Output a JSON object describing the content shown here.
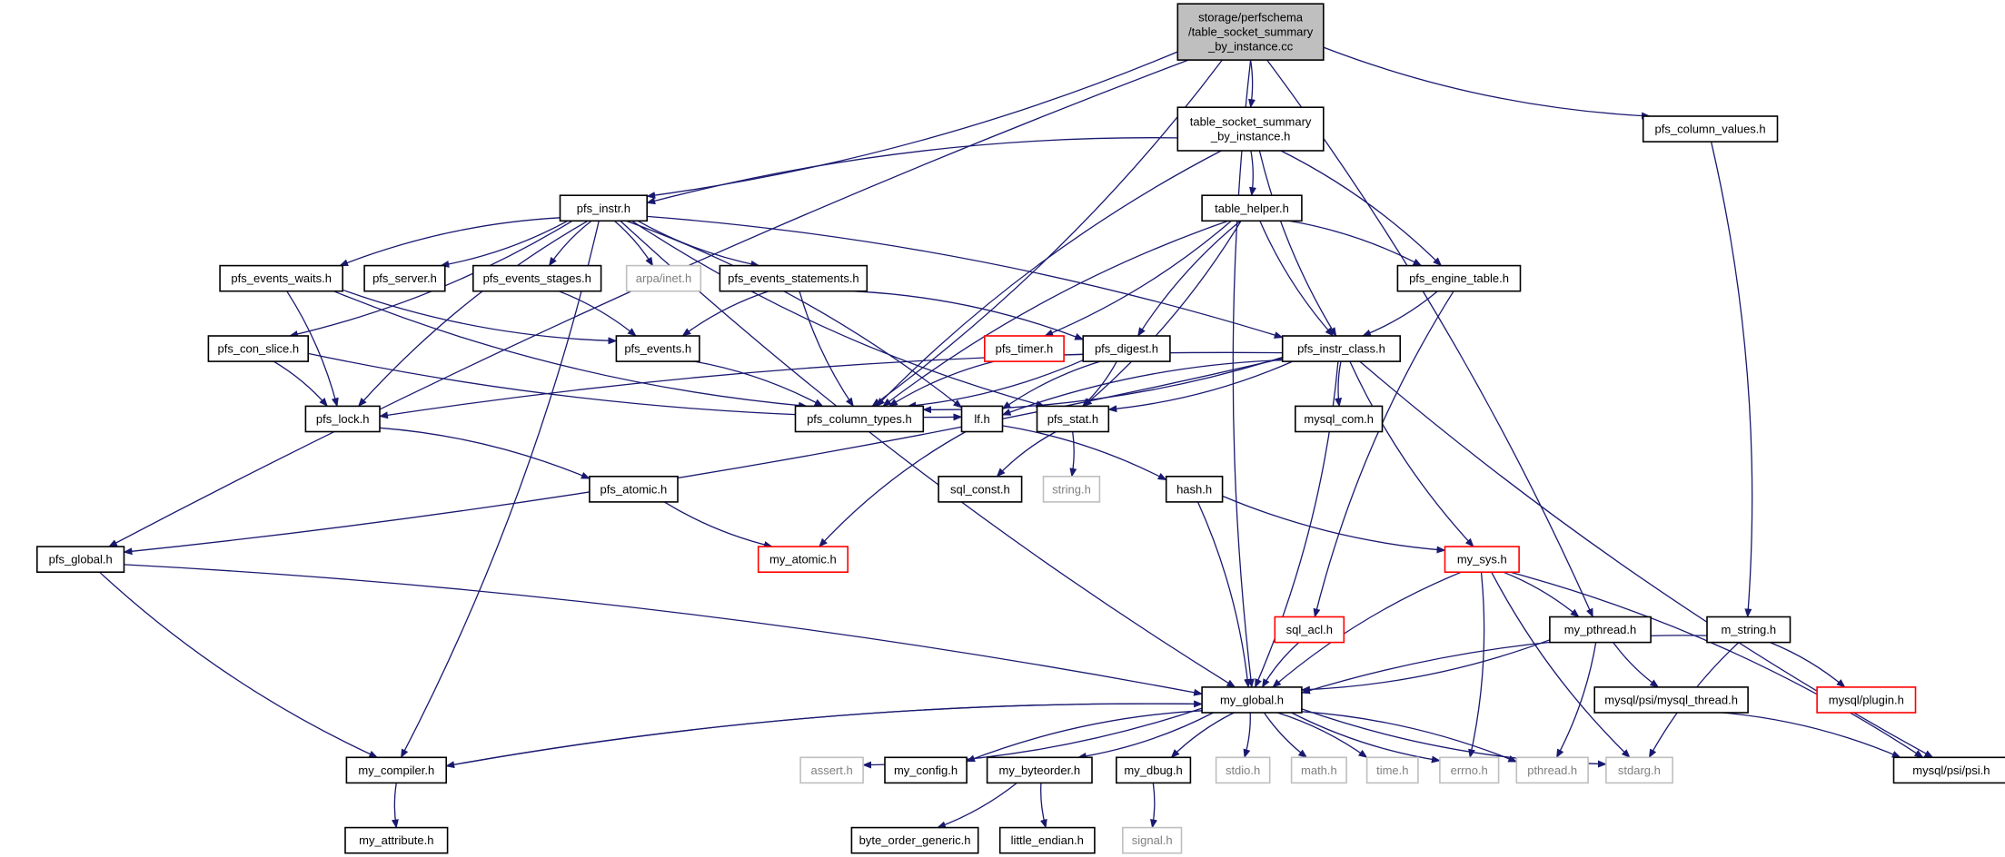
{
  "diagram": {
    "type": "include-dependency-graph",
    "style": {
      "edge_color": "#191970",
      "root_fill": "#bfbfbf",
      "normal_border": "#000000",
      "truncated_border": "#ff0000",
      "system_border": "#bfbfbf",
      "system_text": "#7f7f7f"
    },
    "nodes": {
      "root": {
        "kind": "root",
        "lines": [
          "storage/perfschema",
          "/table_socket_summary",
          "_by_instance.cc"
        ]
      },
      "tssbi": {
        "kind": "normal",
        "lines": [
          "table_socket_summary",
          "_by_instance.h"
        ]
      },
      "pfs_column_values": {
        "kind": "normal",
        "lines": [
          "pfs_column_values.h"
        ]
      },
      "pfs_instr": {
        "kind": "normal",
        "lines": [
          "pfs_instr.h"
        ]
      },
      "table_helper": {
        "kind": "normal",
        "lines": [
          "table_helper.h"
        ]
      },
      "pfs_events_waits": {
        "kind": "normal",
        "lines": [
          "pfs_events_waits.h"
        ]
      },
      "pfs_server": {
        "kind": "normal",
        "lines": [
          "pfs_server.h"
        ]
      },
      "pfs_events_stages": {
        "kind": "normal",
        "lines": [
          "pfs_events_stages.h"
        ]
      },
      "arpa_inet": {
        "kind": "system",
        "lines": [
          "arpa/inet.h"
        ]
      },
      "pfs_events_statements": {
        "kind": "normal",
        "lines": [
          "pfs_events_statements.h"
        ]
      },
      "pfs_engine_table": {
        "kind": "normal",
        "lines": [
          "pfs_engine_table.h"
        ]
      },
      "pfs_con_slice": {
        "kind": "normal",
        "lines": [
          "pfs_con_slice.h"
        ]
      },
      "pfs_events": {
        "kind": "normal",
        "lines": [
          "pfs_events.h"
        ]
      },
      "pfs_timer": {
        "kind": "truncated",
        "lines": [
          "pfs_timer.h"
        ]
      },
      "pfs_digest": {
        "kind": "normal",
        "lines": [
          "pfs_digest.h"
        ]
      },
      "pfs_instr_class": {
        "kind": "normal",
        "lines": [
          "pfs_instr_class.h"
        ]
      },
      "pfs_lock": {
        "kind": "normal",
        "lines": [
          "pfs_lock.h"
        ]
      },
      "pfs_column_types": {
        "kind": "normal",
        "lines": [
          "pfs_column_types.h"
        ]
      },
      "lf": {
        "kind": "normal",
        "lines": [
          "lf.h"
        ]
      },
      "pfs_stat": {
        "kind": "normal",
        "lines": [
          "pfs_stat.h"
        ]
      },
      "mysql_com": {
        "kind": "normal",
        "lines": [
          "mysql_com.h"
        ]
      },
      "pfs_atomic": {
        "kind": "normal",
        "lines": [
          "pfs_atomic.h"
        ]
      },
      "sql_const": {
        "kind": "normal",
        "lines": [
          "sql_const.h"
        ]
      },
      "string_h": {
        "kind": "system",
        "lines": [
          "string.h"
        ]
      },
      "hash": {
        "kind": "normal",
        "lines": [
          "hash.h"
        ]
      },
      "pfs_global": {
        "kind": "normal",
        "lines": [
          "pfs_global.h"
        ]
      },
      "my_atomic": {
        "kind": "truncated",
        "lines": [
          "my_atomic.h"
        ]
      },
      "my_sys": {
        "kind": "truncated",
        "lines": [
          "my_sys.h"
        ]
      },
      "sql_acl": {
        "kind": "truncated",
        "lines": [
          "sql_acl.h"
        ]
      },
      "my_pthread": {
        "kind": "normal",
        "lines": [
          "my_pthread.h"
        ]
      },
      "m_string": {
        "kind": "normal",
        "lines": [
          "m_string.h"
        ]
      },
      "my_global": {
        "kind": "normal",
        "lines": [
          "my_global.h"
        ]
      },
      "mysql_thread": {
        "kind": "normal",
        "lines": [
          "mysql/psi/mysql_thread.h"
        ]
      },
      "mysql_plugin": {
        "kind": "truncated",
        "lines": [
          "mysql/plugin.h"
        ]
      },
      "my_compiler": {
        "kind": "normal",
        "lines": [
          "my_compiler.h"
        ]
      },
      "assert_h": {
        "kind": "system",
        "lines": [
          "assert.h"
        ]
      },
      "my_config": {
        "kind": "normal",
        "lines": [
          "my_config.h"
        ]
      },
      "my_byteorder": {
        "kind": "normal",
        "lines": [
          "my_byteorder.h"
        ]
      },
      "my_dbug": {
        "kind": "normal",
        "lines": [
          "my_dbug.h"
        ]
      },
      "stdio_h": {
        "kind": "system",
        "lines": [
          "stdio.h"
        ]
      },
      "math_h": {
        "kind": "system",
        "lines": [
          "math.h"
        ]
      },
      "time_h": {
        "kind": "system",
        "lines": [
          "time.h"
        ]
      },
      "errno_h": {
        "kind": "system",
        "lines": [
          "errno.h"
        ]
      },
      "pthread_h": {
        "kind": "system",
        "lines": [
          "pthread.h"
        ]
      },
      "stdarg_h": {
        "kind": "system",
        "lines": [
          "stdarg.h"
        ]
      },
      "psi": {
        "kind": "normal",
        "lines": [
          "mysql/psi/psi.h"
        ]
      },
      "my_attribute": {
        "kind": "normal",
        "lines": [
          "my_attribute.h"
        ]
      },
      "byte_order_generic": {
        "kind": "normal",
        "lines": [
          "byte_order_generic.h"
        ]
      },
      "little_endian": {
        "kind": "normal",
        "lines": [
          "little_endian.h"
        ]
      },
      "signal_h": {
        "kind": "system",
        "lines": [
          "signal.h"
        ]
      }
    },
    "edges": [
      [
        "root",
        "tssbi"
      ],
      [
        "root",
        "pfs_column_values"
      ],
      [
        "root",
        "pfs_instr"
      ],
      [
        "root",
        "pfs_global"
      ],
      [
        "root",
        "pfs_column_types"
      ],
      [
        "root",
        "my_global"
      ],
      [
        "root",
        "my_pthread"
      ],
      [
        "tssbi",
        "pfs_instr"
      ],
      [
        "tssbi",
        "table_helper"
      ],
      [
        "tssbi",
        "pfs_column_types"
      ],
      [
        "tssbi",
        "pfs_engine_table"
      ],
      [
        "tssbi",
        "pfs_instr_class"
      ],
      [
        "pfs_column_values",
        "m_string"
      ],
      [
        "pfs_instr",
        "pfs_events_waits"
      ],
      [
        "pfs_instr",
        "pfs_server"
      ],
      [
        "pfs_instr",
        "pfs_events_stages"
      ],
      [
        "pfs_instr",
        "arpa_inet"
      ],
      [
        "pfs_instr",
        "pfs_events_statements"
      ],
      [
        "pfs_instr",
        "pfs_con_slice"
      ],
      [
        "pfs_instr",
        "pfs_lock"
      ],
      [
        "pfs_instr",
        "lf"
      ],
      [
        "pfs_instr",
        "pfs_stat"
      ],
      [
        "pfs_instr",
        "pfs_instr_class"
      ],
      [
        "pfs_instr",
        "my_global"
      ],
      [
        "pfs_instr",
        "my_compiler"
      ],
      [
        "table_helper",
        "pfs_column_types"
      ],
      [
        "table_helper",
        "pfs_engine_table"
      ],
      [
        "table_helper",
        "pfs_instr_class"
      ],
      [
        "table_helper",
        "pfs_timer"
      ],
      [
        "table_helper",
        "pfs_digest"
      ],
      [
        "table_helper",
        "pfs_stat"
      ],
      [
        "pfs_events_waits",
        "pfs_events"
      ],
      [
        "pfs_events_waits",
        "pfs_lock"
      ],
      [
        "pfs_events_waits",
        "pfs_column_types"
      ],
      [
        "pfs_events_stages",
        "pfs_events"
      ],
      [
        "pfs_events_statements",
        "pfs_events"
      ],
      [
        "pfs_events_statements",
        "pfs_digest"
      ],
      [
        "pfs_events_statements",
        "pfs_column_types"
      ],
      [
        "pfs_engine_table",
        "pfs_instr_class"
      ],
      [
        "pfs_engine_table",
        "sql_acl"
      ],
      [
        "pfs_con_slice",
        "pfs_lock"
      ],
      [
        "pfs_con_slice",
        "lf"
      ],
      [
        "pfs_events",
        "pfs_column_types"
      ],
      [
        "pfs_timer",
        "pfs_column_types"
      ],
      [
        "pfs_digest",
        "pfs_column_types"
      ],
      [
        "pfs_digest",
        "lf"
      ],
      [
        "pfs_digest",
        "pfs_stat"
      ],
      [
        "pfs_instr_class",
        "pfs_lock"
      ],
      [
        "pfs_instr_class",
        "pfs_column_types"
      ],
      [
        "pfs_instr_class",
        "lf"
      ],
      [
        "pfs_instr_class",
        "pfs_stat"
      ],
      [
        "pfs_instr_class",
        "mysql_com"
      ],
      [
        "pfs_instr_class",
        "pfs_global"
      ],
      [
        "pfs_instr_class",
        "my_sys"
      ],
      [
        "pfs_instr_class",
        "my_global"
      ],
      [
        "pfs_instr_class",
        "psi"
      ],
      [
        "pfs_lock",
        "pfs_atomic"
      ],
      [
        "lf",
        "my_atomic"
      ],
      [
        "lf",
        "hash"
      ],
      [
        "pfs_stat",
        "sql_const"
      ],
      [
        "pfs_stat",
        "string_h"
      ],
      [
        "pfs_atomic",
        "my_atomic"
      ],
      [
        "hash",
        "my_global"
      ],
      [
        "hash",
        "my_sys"
      ],
      [
        "pfs_global",
        "my_global"
      ],
      [
        "pfs_global",
        "my_compiler"
      ],
      [
        "my_sys",
        "my_pthread"
      ],
      [
        "my_sys",
        "my_global"
      ],
      [
        "my_sys",
        "errno_h"
      ],
      [
        "my_sys",
        "stdarg_h"
      ],
      [
        "my_sys",
        "psi"
      ],
      [
        "sql_acl",
        "my_global"
      ],
      [
        "my_pthread",
        "my_global"
      ],
      [
        "my_pthread",
        "mysql_thread"
      ],
      [
        "my_pthread",
        "pthread_h"
      ],
      [
        "m_string",
        "my_global"
      ],
      [
        "m_string",
        "mysql_plugin"
      ],
      [
        "m_string",
        "stdarg_h"
      ],
      [
        "mysql_thread",
        "psi"
      ],
      [
        "my_global",
        "my_compiler"
      ],
      [
        "my_global",
        "assert_h"
      ],
      [
        "my_global",
        "my_config"
      ],
      [
        "my_global",
        "my_byteorder"
      ],
      [
        "my_global",
        "my_dbug"
      ],
      [
        "my_global",
        "stdio_h"
      ],
      [
        "my_global",
        "math_h"
      ],
      [
        "my_global",
        "time_h"
      ],
      [
        "my_global",
        "errno_h"
      ],
      [
        "my_global",
        "pthread_h"
      ],
      [
        "my_global",
        "stdarg_h"
      ],
      [
        "my_compiler",
        "my_global"
      ],
      [
        "my_compiler",
        "my_attribute"
      ],
      [
        "my_byteorder",
        "byte_order_generic"
      ],
      [
        "my_byteorder",
        "little_endian"
      ],
      [
        "my_dbug",
        "signal_h"
      ]
    ]
  }
}
